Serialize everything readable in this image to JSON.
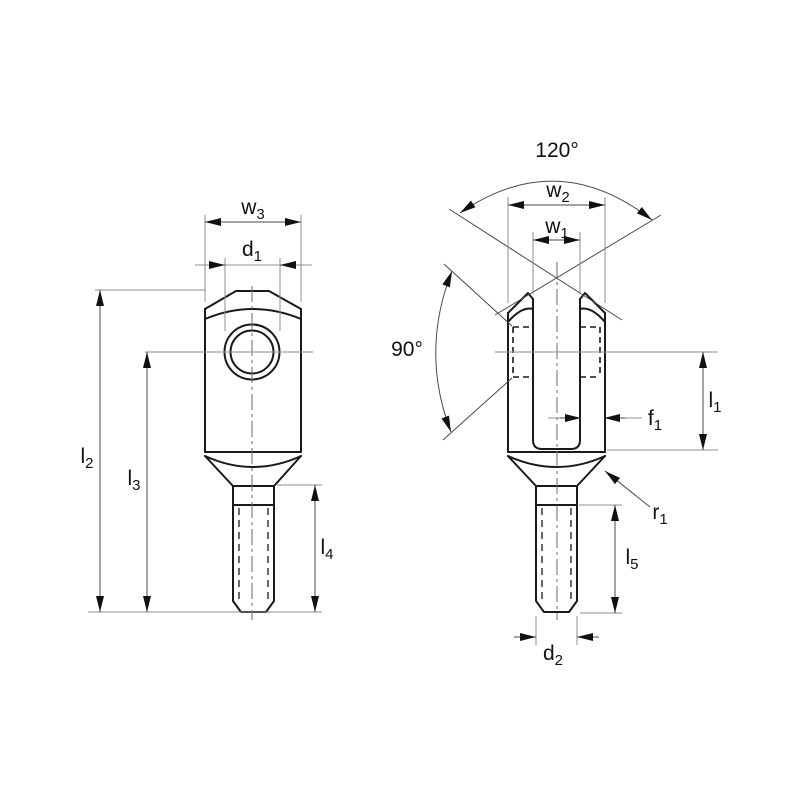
{
  "page": {
    "background": "#ffffff"
  },
  "drawing": {
    "type": "technical-drawing",
    "subject": "clevis fork joint (fork head with threaded shank), two orthographic views with dimension callouts",
    "colors": {
      "outline": "#1a1a1a",
      "thin_line": "#8f8f8f",
      "dimension_line": "#4a4a4a",
      "label": "#111111",
      "background": "#ffffff"
    },
    "views": [
      {
        "id": "side-view",
        "description": "left view: body with cross bore and threaded shank"
      },
      {
        "id": "front-view",
        "description": "right view: fork slot with hidden bore and threaded shank"
      }
    ],
    "dims": {
      "w3": {
        "base": "w",
        "sub": "3"
      },
      "d1": {
        "base": "d",
        "sub": "1"
      },
      "l2": {
        "base": "l",
        "sub": "2"
      },
      "l3": {
        "base": "l",
        "sub": "3"
      },
      "l4": {
        "base": "l",
        "sub": "4"
      },
      "a120": {
        "text": "120°"
      },
      "w2": {
        "base": "w",
        "sub": "2"
      },
      "w1": {
        "base": "w",
        "sub": "1"
      },
      "a90": {
        "text": "90°"
      },
      "f1": {
        "base": "f",
        "sub": "1"
      },
      "l1": {
        "base": "l",
        "sub": "1"
      },
      "r1": {
        "base": "r",
        "sub": "1"
      },
      "l5": {
        "base": "l",
        "sub": "5"
      },
      "d2": {
        "base": "d",
        "sub": "2"
      }
    }
  }
}
